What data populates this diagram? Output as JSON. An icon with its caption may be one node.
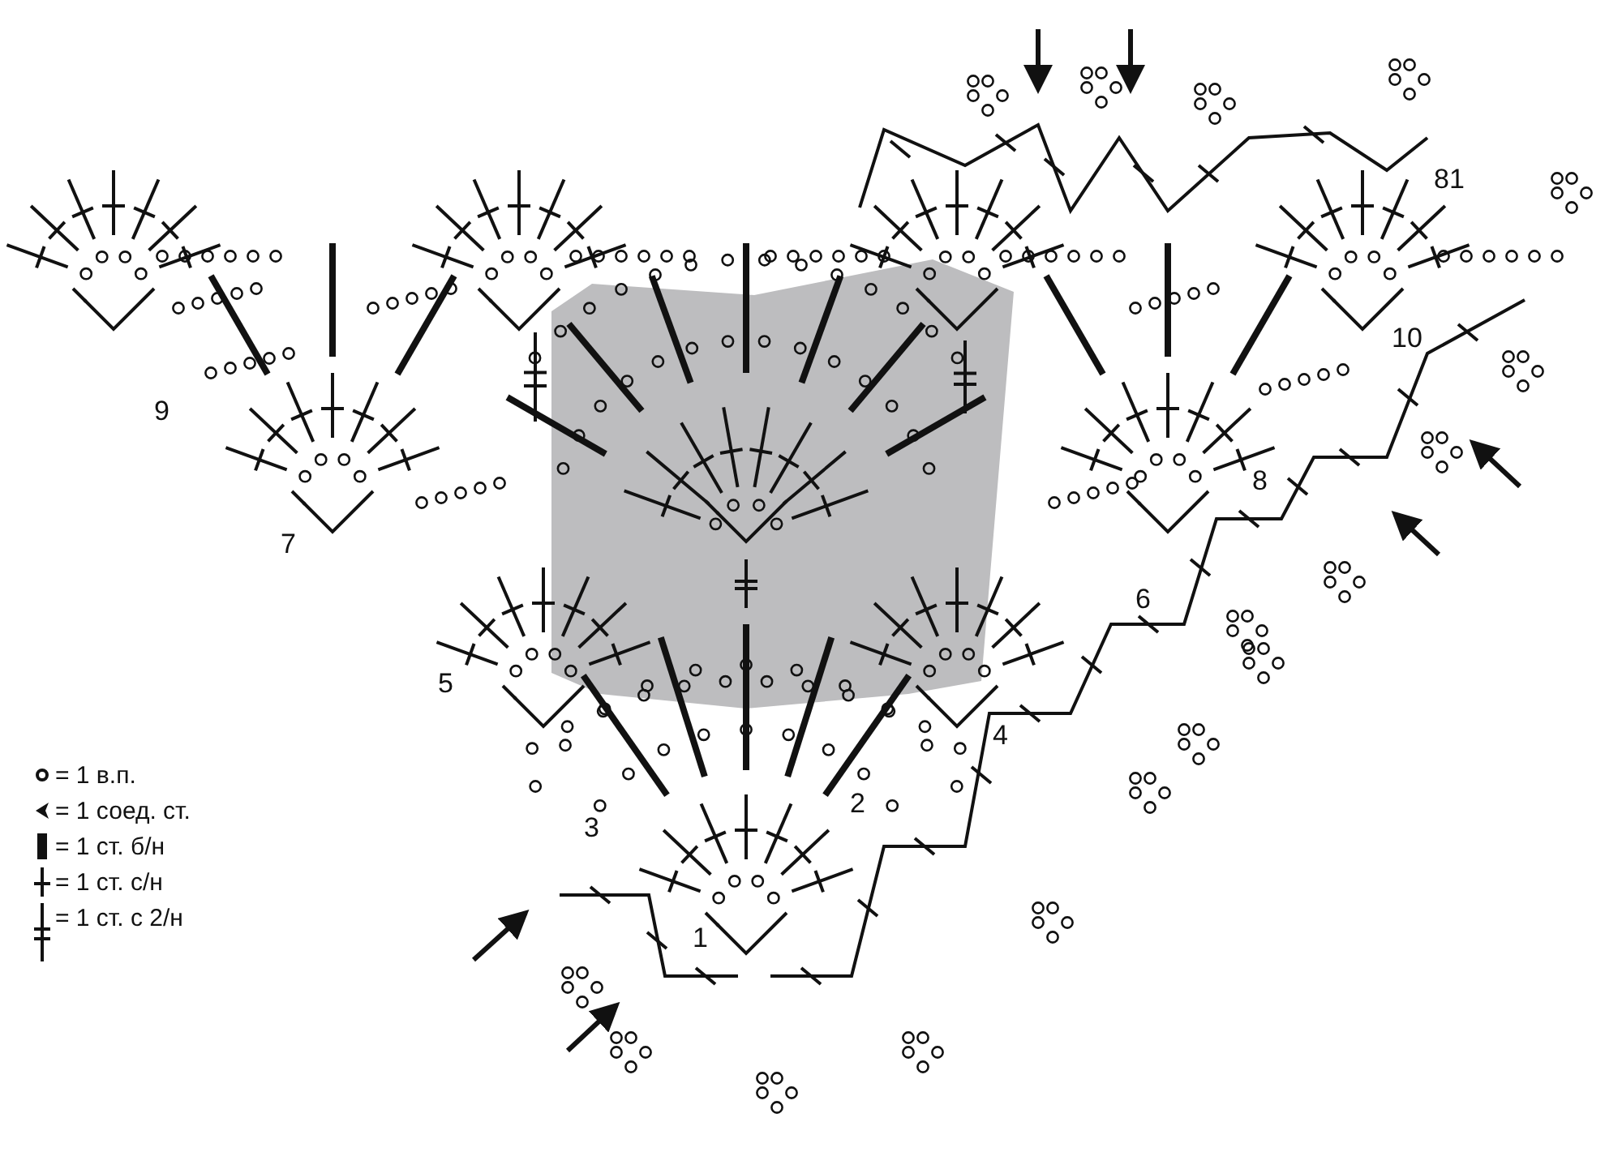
{
  "diagram": {
    "labels": [
      "81",
      "10",
      "9",
      "8",
      "7",
      "6",
      "5",
      "4",
      "3",
      "2",
      "1"
    ],
    "legend": [
      {
        "text": "= 1 в.п."
      },
      {
        "text": "= 1 соед. ст."
      },
      {
        "text": "= 1 ст. б/н"
      },
      {
        "text": "= 1 ст. с/н"
      },
      {
        "text": "= 1 ст. с 2/н"
      }
    ]
  }
}
